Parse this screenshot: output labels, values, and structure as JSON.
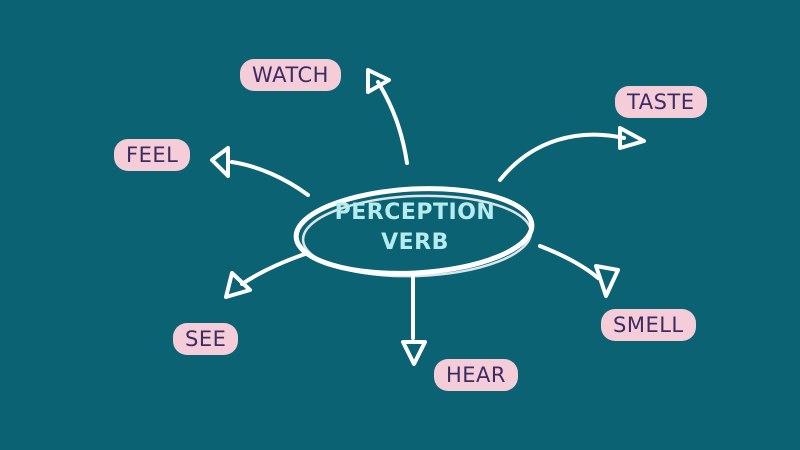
{
  "center": {
    "line1": "PERCEPTION",
    "line2": "VERB"
  },
  "nodes": {
    "watch": "WATCH",
    "taste": "TASTE",
    "feel": "FEEL",
    "see": "SEE",
    "hear": "HEAR",
    "smell": "SMELL"
  },
  "colors": {
    "background": "#0b6272",
    "pill": "#f4cdd8",
    "pill_text": "#3d2c63",
    "center_text": "#b6ecef",
    "chalk": "#ffffff"
  }
}
